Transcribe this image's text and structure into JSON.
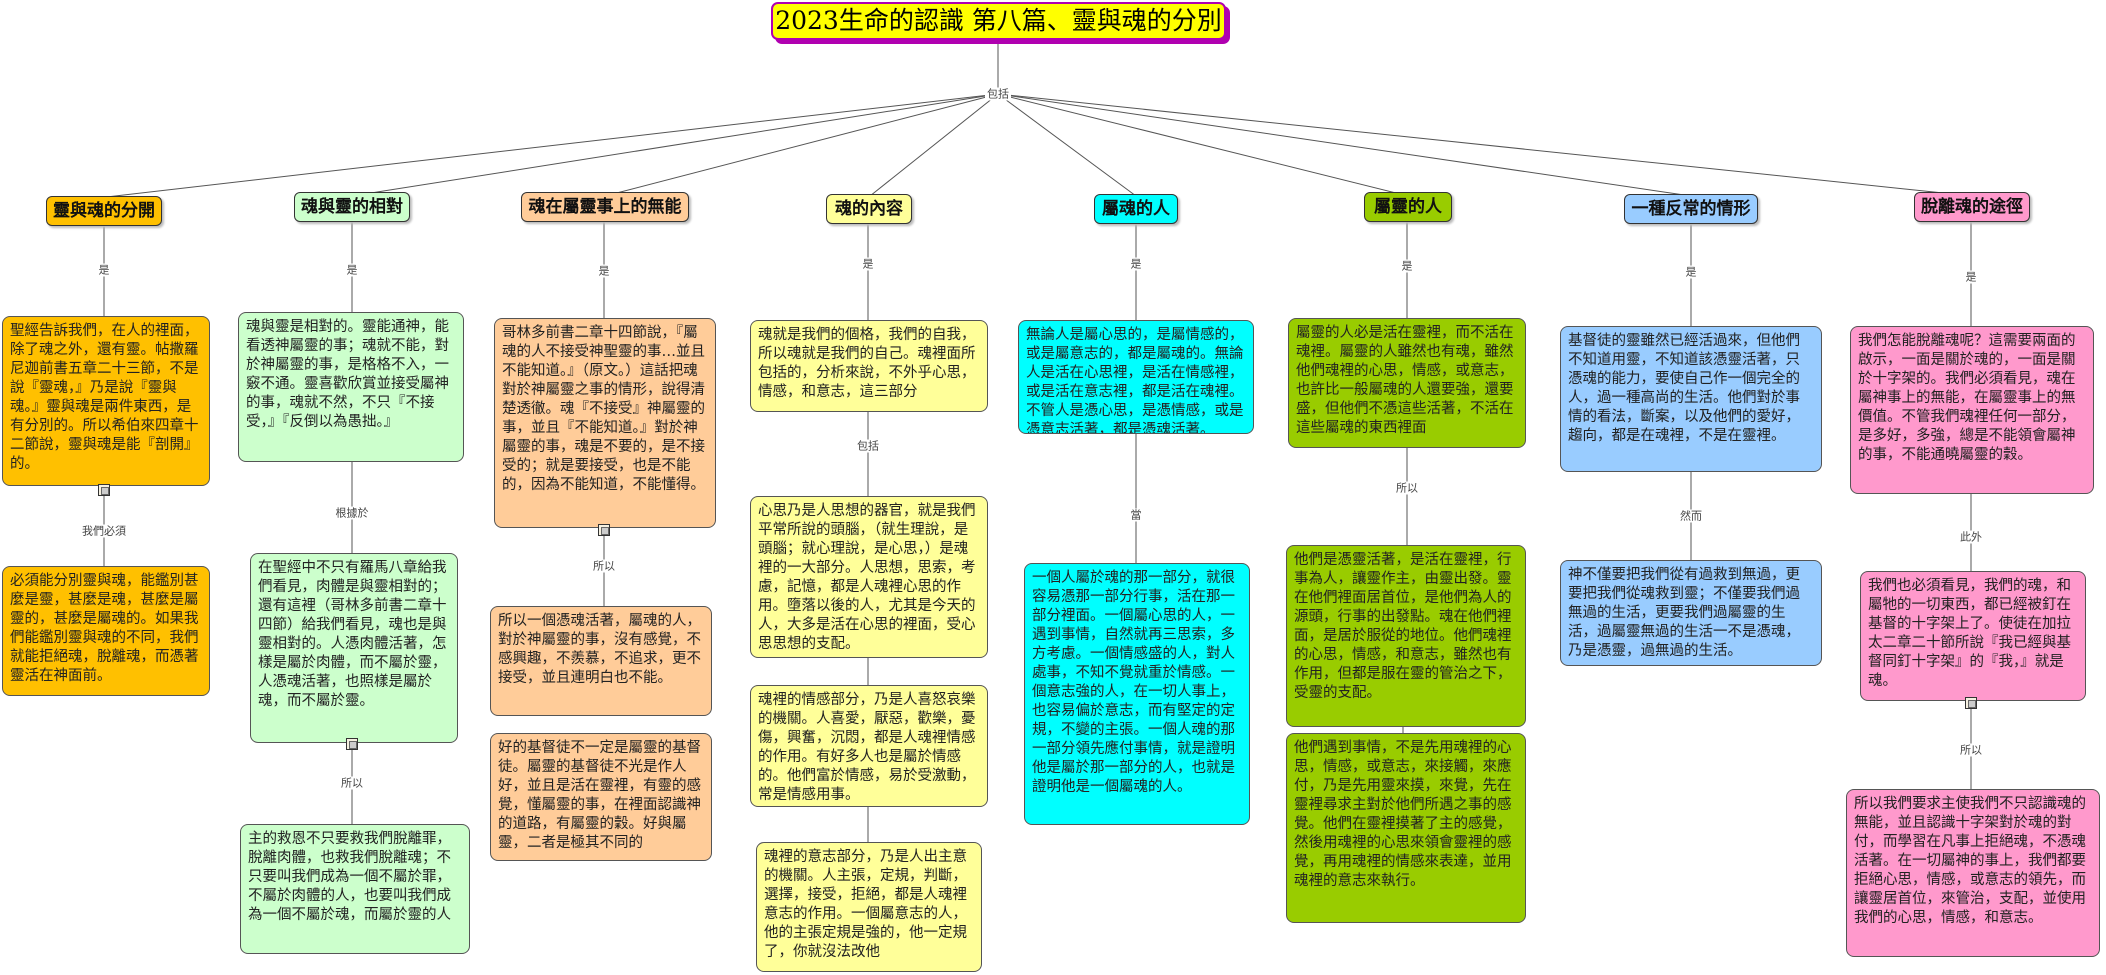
{
  "title": "2023生命的認識 第八篇、靈與魂的分別",
  "hub_label": "包括",
  "colors": {
    "orange": "#ffc000",
    "mint": "#ccffcc",
    "peach": "#ffcc99",
    "yellow": "#ffff99",
    "cyan": "#00ffff",
    "green": "#99cc00",
    "blue": "#99ccff",
    "pink": "#ff99cc",
    "title": "#ffff00"
  },
  "categories": [
    {
      "label": "靈與魂的分開"
    },
    {
      "label": "魂與靈的相對"
    },
    {
      "label": "魂在屬靈事上的無能"
    },
    {
      "label": "魂的內容"
    },
    {
      "label": "屬魂的人"
    },
    {
      "label": "屬靈的人"
    },
    {
      "label": "一種反常的情形"
    },
    {
      "label": "脫離魂的途徑"
    }
  ],
  "edge_labels": {
    "is": "是",
    "c1_must": "我們必須",
    "c2_based": "根據於",
    "c2_so": "所以",
    "c3_so": "所以",
    "c4_incl": "包括",
    "c5_when": "當",
    "c6_so": "所以",
    "c7_yet": "然而",
    "c8_also": "此外",
    "c8_so": "所以"
  },
  "nodes": {
    "c1_a": "聖經告訴我們，在人的裡面，除了魂之外，還有靈。帖撒羅尼迦前書五章二十三節，不是說『靈魂，』乃是說『靈與魂。』靈與魂是兩件東西，是有分別的。所以希伯來四章十二節說，靈與魂是能『剖開』的。",
    "c1_b": "必須能分別靈與魂，能鑑別甚麼是靈，甚麼是魂，甚麼是屬靈的，甚麼是屬魂的。如果我們能鑑別靈與魂的不同，我們就能拒絕魂，脫離魂，而憑著靈活在神面前。",
    "c2_a": "魂與靈是相對的。靈能通神，能看透神屬靈的事；魂就不能，對於神屬靈的事，是格格不入，一竅不通。靈喜歡欣賞並接受屬神的事，魂就不然，不只『不接受，』『反倒以為愚拙。』",
    "c2_b": "在聖經中不只有羅馬八章給我們看見，肉體是與靈相對的；還有這裡（哥林多前書二章十四節）給我們看見，魂也是與靈相對的。人憑肉體活著，怎樣是屬於肉體，而不屬於靈，人憑魂活著，也照樣是屬於魂，而不屬於靈。",
    "c2_c": "主的救恩不只要救我們脫離罪，脫離肉體，也救我們脫離魂；不只要叫我們成為一個不屬於罪，不屬於肉體的人，也要叫我們成為一個不屬於魂，而屬於靈的人",
    "c3_a": "哥林多前書二章十四節說，『屬魂的人不接受神聖靈的事…並且不能知道。』（原文。）這話把魂對於神屬靈之事的情形，說得清楚透徹。魂『不接受』神屬靈的事，並且『不能知道。』對於神屬靈的事，魂是不要的，是不接受的；就是要接受，也是不能的，因為不能知道，不能懂得。",
    "c3_b": "所以一個憑魂活著，屬魂的人，對於神屬靈的事，沒有感覺，不感興趣，不羨慕，不追求，更不接受，並且連明白也不能。",
    "c3_c": "好的基督徒不一定是屬靈的基督徒。屬靈的基督徒不光是作人好，並且是活在靈裡，有靈的感覺，懂屬靈的事，在裡面認識神的道路，有屬靈的穀。好與屬靈，二者是極其不同的",
    "c4_a": "魂就是我們的個格，我們的自我，所以魂就是我們的自己。魂裡面所包括的，分析來說，不外乎心思，情感，和意志，這三部分",
    "c4_b": "心思乃是人思想的器官，就是我們平常所說的頭腦，（就生理說，是頭腦；就心理說，是心思，）是魂裡的一大部分。人思想，思索，考慮，記憶，都是人魂裡心思的作用。墮落以後的人，尤其是今天的人，大多是活在心思的裡面，受心思思想的支配。",
    "c4_c": "魂裡的情感部分，乃是人喜怒哀樂的機關。人喜愛，厭惡，歡樂，憂傷，興奮，沉悶，都是人魂裡情感的作用。有好多人也是屬於情感的。他們富於情感，易於受激動，常是情感用事。",
    "c4_d": "魂裡的意志部分，乃是人出主意的機關。人主張，定規，判斷，選擇，接受，拒絕，都是人魂裡意志的作用。一個屬意志的人，他的主張定規是強的，他一定規了，你就沒法改他",
    "c5_a": "無論人是屬心思的，是屬情感的，或是屬意志的，都是屬魂的。無論人是活在心思裡，是活在情感裡，或是活在意志裡，都是活在魂裡。不管人是憑心思，是憑情感，或是憑意志活著，都是憑魂活著。",
    "c5_b": "一個人屬於魂的那一部分，就很容易憑那一部分行事，活在那一部分裡面。一個屬心思的人，一遇到事情，自然就再三思索，多方考慮。一個情感盛的人，對人處事，不知不覺就重於情感。一個意志強的人，在一切人事上，也容易偏於意志，而有堅定的定規，不變的主張。一個人魂的那一部分領先應付事情，就是證明他是屬於那一部分的人，也就是證明他是一個屬魂的人。",
    "c6_a": "屬靈的人必是活在靈裡，而不活在魂裡。屬靈的人雖然也有魂，雖然他們魂裡的心思，情感，或意志，也許比一般屬魂的人還要強，還要盛，但他們不憑這些活著，不活在這些屬魂的東西裡面",
    "c6_b": "他們是憑靈活著，是活在靈裡，行事為人，讓靈作主，由靈出發。靈在他們裡面居首位，是他們為人的源頭，行事的出發點。魂在他們裡面，是居於服從的地位。他們魂裡的心思，情感，和意志，雖然也有作用，但都是服在靈的管治之下，受靈的支配。",
    "c6_c": "他們遇到事情，不是先用魂裡的心思，情感，或意志，來接觸，來應付，乃是先用靈來摸，來覺，先在靈裡尋求主對於他們所遇之事的感覺。他們在靈裡摸著了主的感覺，然後用魂裡的心思來領會靈裡的感覺，再用魂裡的情感來表達，並用魂裡的意志來執行。",
    "c7_a": "基督徒的靈雖然已經活過來，但他們不知道用靈，不知道該憑靈活著，只憑魂的能力，要使自己作一個完全的人，過一種高尚的生活。他們對於事情的看法，斷案，以及他們的愛好，趨向，都是在魂裡，不是在靈裡。",
    "c7_b": "神不僅要把我們從有過救到無過，更要把我們從魂救到靈；不僅要我們過無過的生活，更要我們過屬靈的生活，過屬靈無過的生活一不是憑魂，乃是憑靈，過無過的生活。",
    "c8_a": "我們怎能脫離魂呢？這需要兩面的啟示，一面是關於魂的，一面是關於十字架的。我們必須看見，魂在屬神事上的無能，在屬靈事上的無價值。不管我們魂裡任何一部分，是多好，多強，總是不能領會屬神的事，不能通曉屬靈的穀。",
    "c8_b": "我們也必須看見，我們的魂，和屬牠的一切東西，都已經被釘在基督的十字架上了。使徒在加拉太二章二十節所說『我已經與基督同釘十字架』的『我，』就是魂。",
    "c8_c": "所以我們要求主使我們不只認識魂的無能，並且認識十字架對於魂的對付，而學習在凡事上拒絕魂，不憑魂活著。在一切屬神的事上，我們都要拒絕心思，情感，或意志的領先，而讓靈居首位，來管治，支配，並使用我們的心思，情感，和意志。"
  }
}
